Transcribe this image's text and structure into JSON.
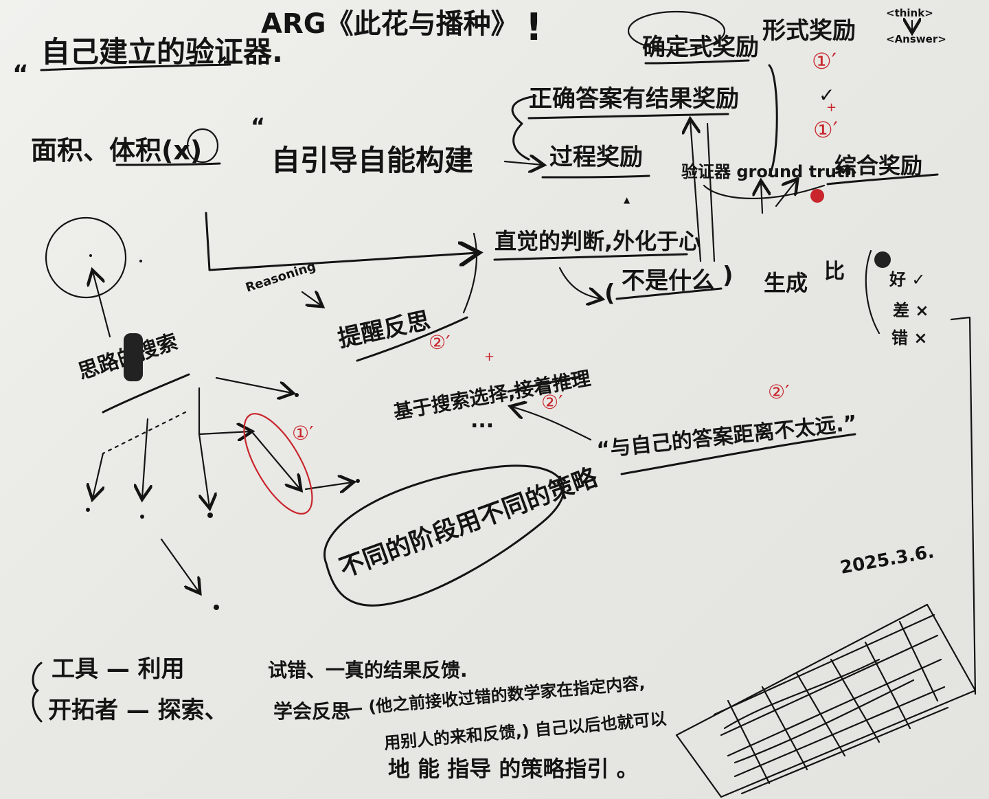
{
  "title": {
    "main": "自己建立的验证器.",
    "rag": "ARG《此花与播种》",
    "exclaim": "!"
  },
  "top_right": {
    "reward_title": "确定式奖励",
    "format_reward": "形式奖励",
    "think_tag": "<think>",
    "answer_tag": "<Answer>",
    "red_mark_1": "①′",
    "check": "✓",
    "plus": "+",
    "red_mark_2": "①′"
  },
  "reward_chain": {
    "correct_reward": "正确答案有结果奖励",
    "process_reward": "过程奖励",
    "verifier_ground_truth": "验证器 ground truth",
    "comprehensive_reward": "综合奖励",
    "red_circle": "●",
    "small_triangle": "▲"
  },
  "left_topics": {
    "area_volume": "面积、体积(x)",
    "self_guided_construction": "自引导自能构建",
    "reasoning": "Reasoning"
  },
  "middle": {
    "intuition": "直觉的判断,外化于心",
    "what_not": "不是什么",
    "generate": "生成",
    "than": "比",
    "list_a": "好 ✓",
    "list_b": "差 ×",
    "list_c": "错 ×",
    "reflection": "提醒反思",
    "reflection_mark": "②′",
    "search_select": "基于搜索选择,接着推理",
    "search_mark": "②′",
    "dots": "...",
    "quote_far": "“与自己的答案距离不太远.”",
    "quote_mark": "②′",
    "stages": "不同的阶段用不同的策略"
  },
  "tree": {
    "root_label": "思路的搜索",
    "red_mark": "①′"
  },
  "bottom_left": {
    "tool_1": "工具 — 利用",
    "tool_2": "开拓者 — 探索、"
  },
  "bottom_middle": {
    "line_1": "试错、一真的结果反馈.",
    "line_2_label": "学会反思",
    "line_2": "— (他之前接收过错的数学家在指定内容,",
    "line_3": "用别人的来和反馈,) 自己以后也就可以",
    "line_4": "地 能 指导 的策略指引 。"
  },
  "date": "2025.3.6.",
  "colors": {
    "ink": "#141414",
    "red": "#c8252c",
    "paper": "#ededea"
  }
}
